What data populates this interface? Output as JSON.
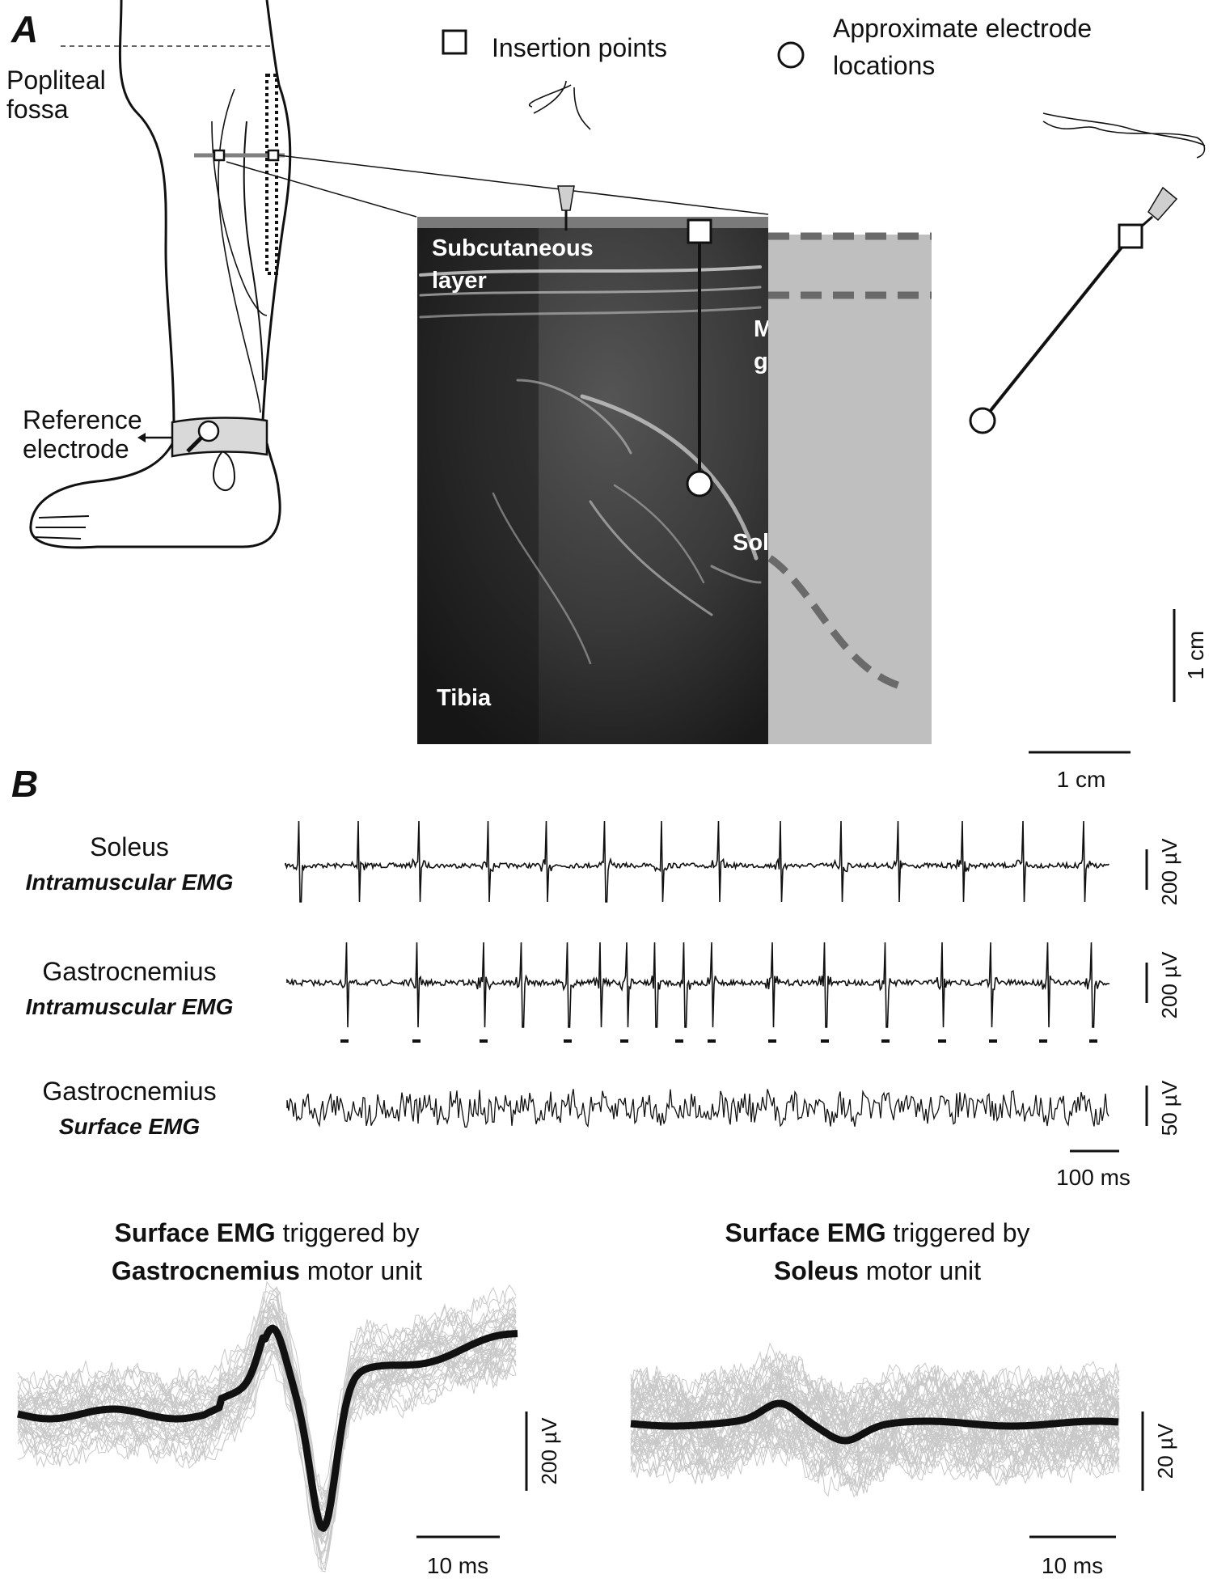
{
  "panel_a": {
    "letter": "A",
    "legend": {
      "insertion": "Insertion points",
      "electrode_1": "Approximate electrode",
      "electrode_2": "locations"
    },
    "leg_labels": {
      "popliteal_1": "Popliteal",
      "popliteal_2": "fossa",
      "reference_1": "Reference",
      "reference_2": "electrode"
    },
    "ultrasound_labels": {
      "subcutaneous_1": "Subcutaneous",
      "subcutaneous_2": "layer",
      "medial_1": "Medial",
      "medial_2": "gastrocnemius",
      "soleus": "Soleus",
      "tibia": "Tibia"
    },
    "scalebars": {
      "vertical": "1 cm",
      "horizontal": "1 cm"
    },
    "colors": {
      "ultrasound_dark": "#2a2a2a",
      "schematic_gray": "#bfbfbf",
      "dashed": "#6a6a6a"
    }
  },
  "panel_b": {
    "letter": "B",
    "traces": [
      {
        "name_1": "Soleus",
        "name_2": "Intramuscular EMG",
        "scale": "200 µV"
      },
      {
        "name_1": "Gastrocnemius",
        "name_2": "Intramuscular EMG",
        "scale": "200 µV"
      },
      {
        "name_1": "Gastrocnemius",
        "name_2": "Surface EMG",
        "scale": "50 µV"
      }
    ],
    "time_scale": "100 ms",
    "averages": [
      {
        "bold_1": "Surface EMG",
        "rest_1": " triggered by",
        "bold_2": "Gastrocnemius",
        "rest_2": " motor unit",
        "amp_scale": "200 µV",
        "time_scale": "10 ms"
      },
      {
        "bold_1": "Surface EMG",
        "rest_1": " triggered by",
        "bold_2": "Soleus",
        "rest_2": " motor unit",
        "amp_scale": "20 µV",
        "time_scale": "10 ms"
      }
    ],
    "colors": {
      "trace": "#111111",
      "sweep": "#c8c8c8"
    }
  }
}
